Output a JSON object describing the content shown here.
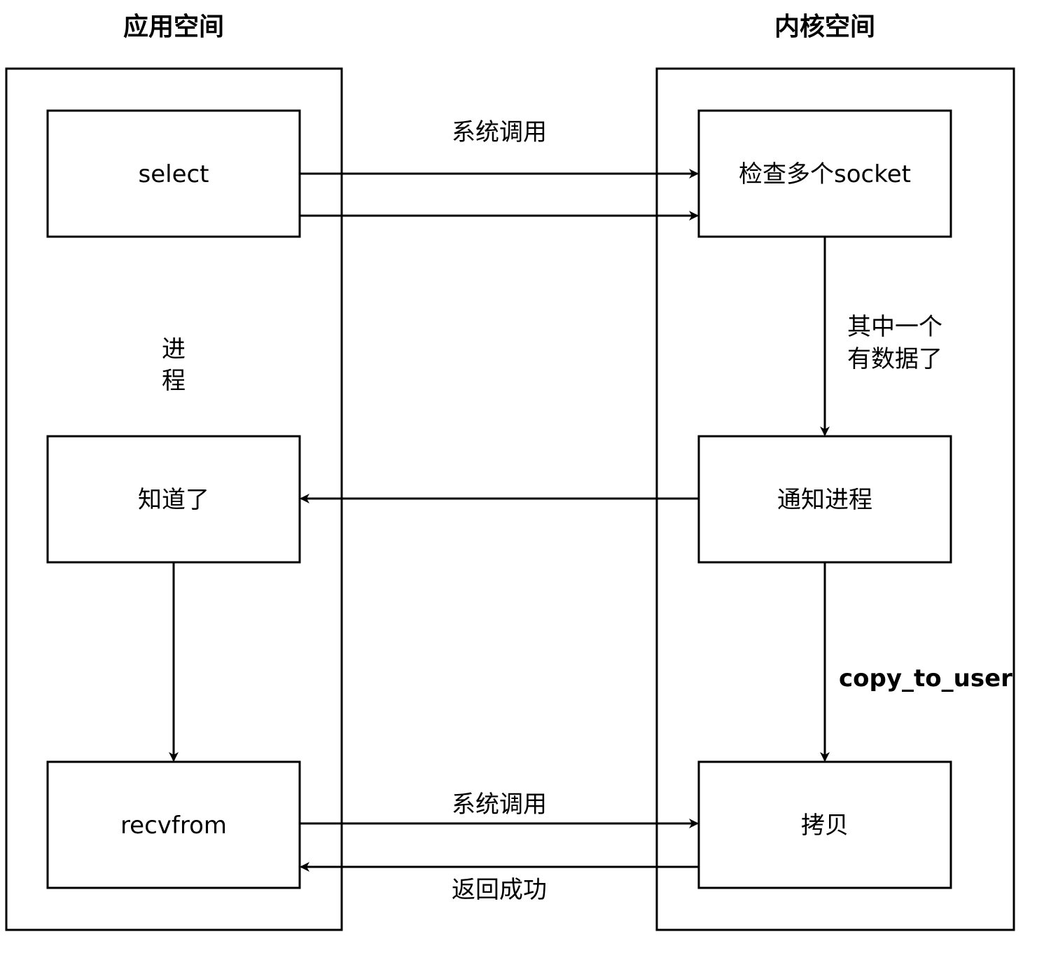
{
  "regions": {
    "app_space": {
      "title": "应用空间"
    },
    "kernel_space": {
      "title": "内核空间"
    }
  },
  "process_label": {
    "line1": "进",
    "line2": "程"
  },
  "nodes": {
    "select": "select",
    "know": "知道了",
    "recvfrom": "recvfrom",
    "check_sockets": "检查多个socket",
    "notify_process": "通知进程",
    "copy": "拷贝"
  },
  "edges": {
    "syscall_top": "系统调用",
    "one_has_data_line1": "其中一个",
    "one_has_data_line2": "有数据了",
    "copy_to_user": "copy_to_user",
    "syscall_bottom": "系统调用",
    "return_success": "返回成功"
  },
  "colors": {
    "stroke": "#000000",
    "background": "#ffffff"
  }
}
